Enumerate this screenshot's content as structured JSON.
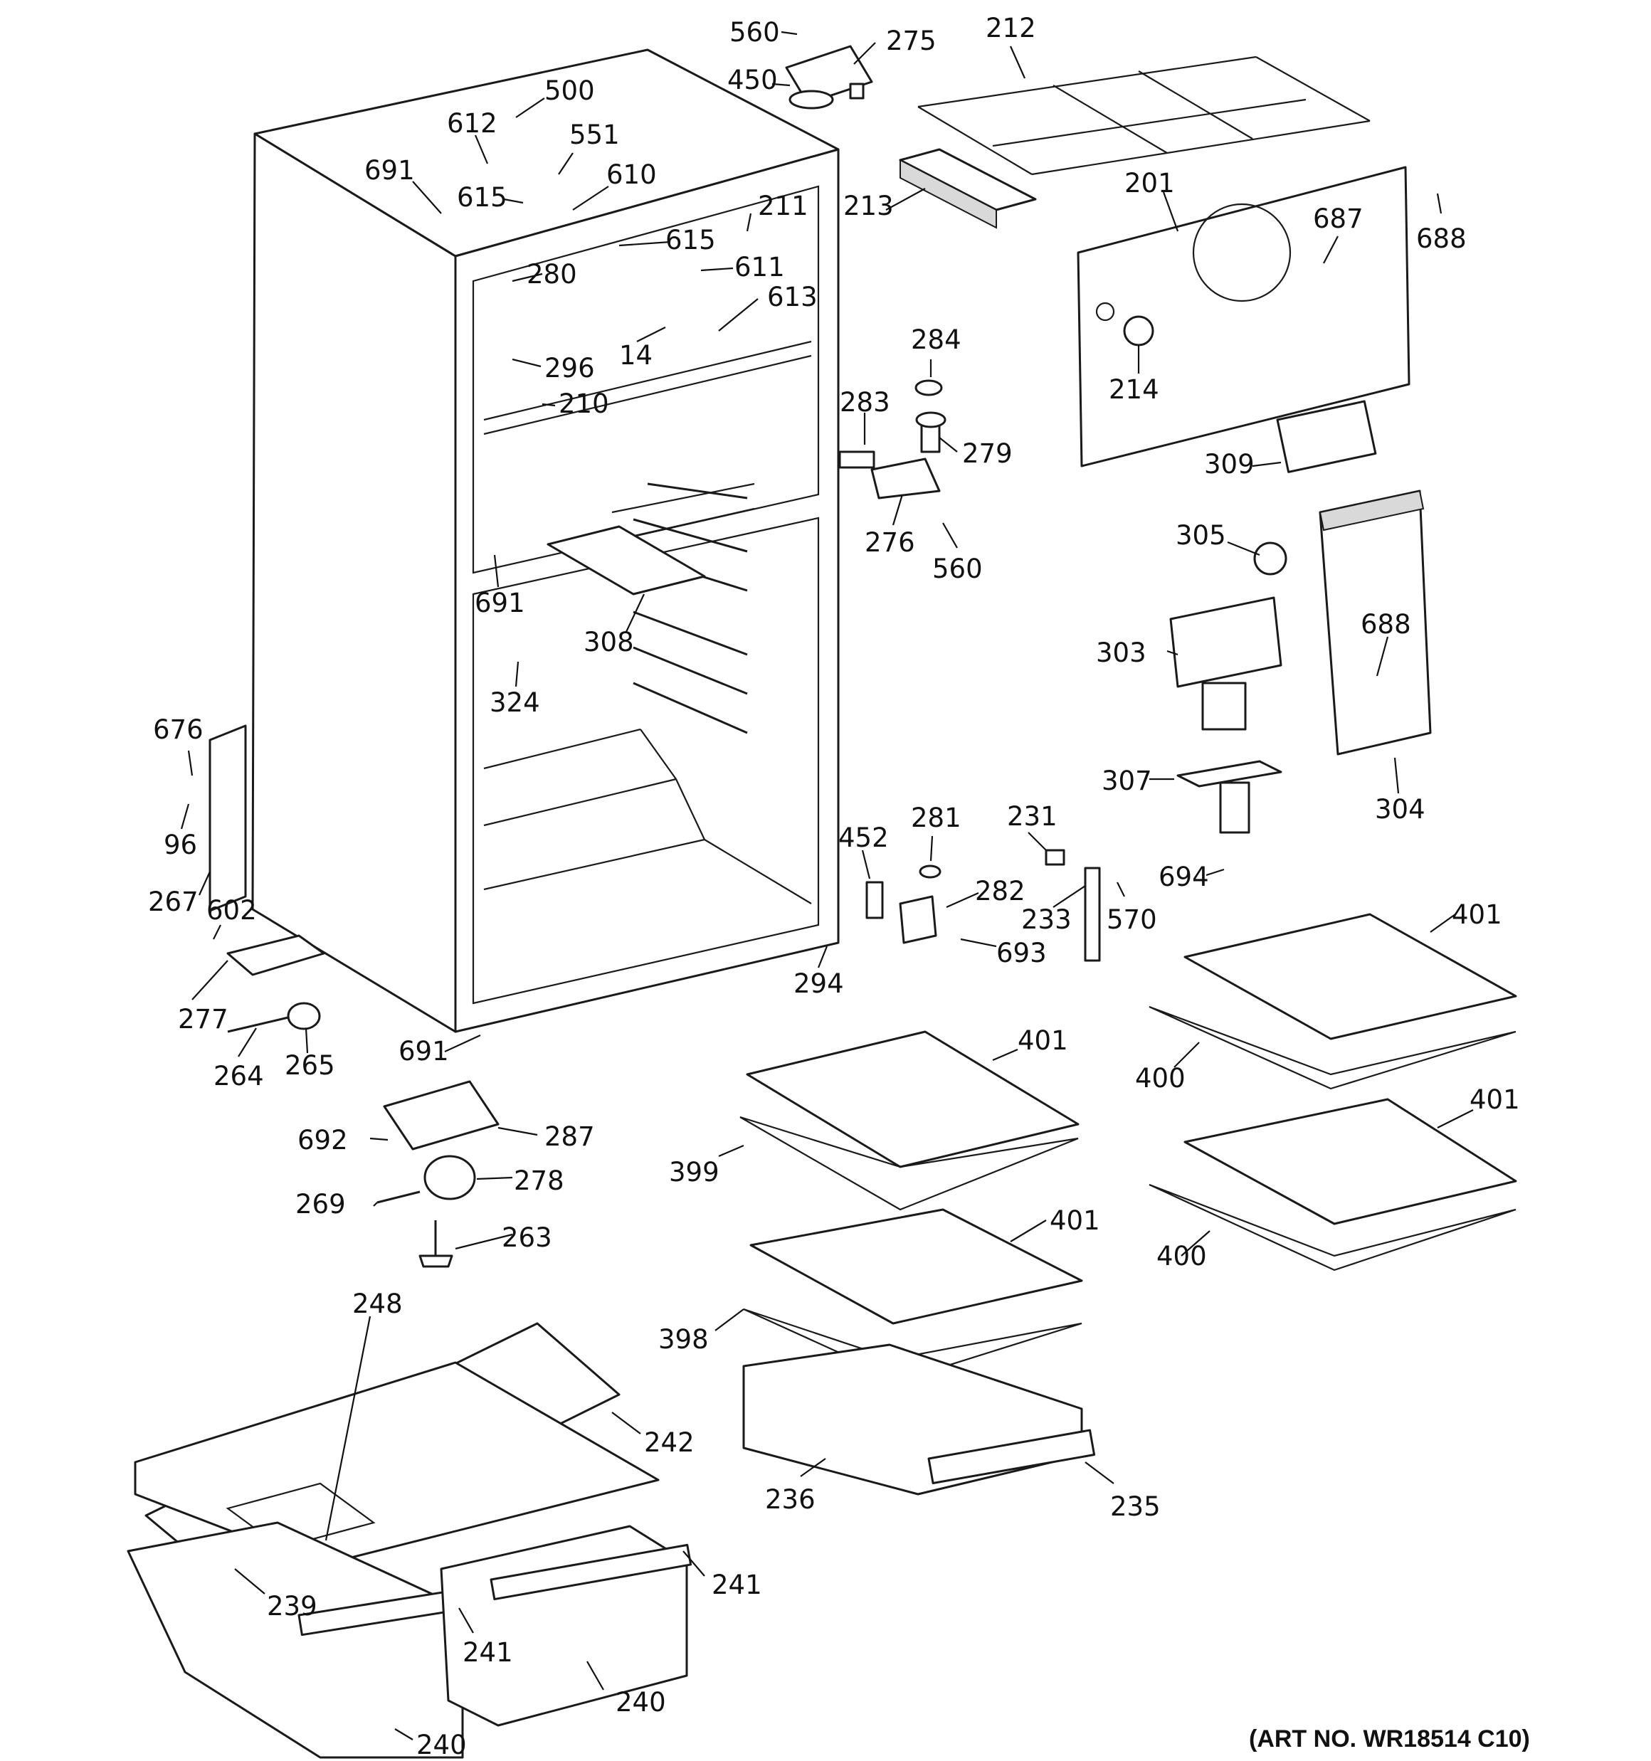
{
  "art_number": "(ART NO. WR18514 C10)",
  "callouts": {
    "c560a": "560",
    "c275": "275",
    "c450": "450",
    "c212": "212",
    "c500": "500",
    "c612": "612",
    "c551": "551",
    "c691a": "691",
    "c610": "610",
    "c615a": "615",
    "c211": "211",
    "c615b": "615",
    "c611": "611",
    "c280": "280",
    "c613": "613",
    "c213": "213",
    "c201": "201",
    "c687": "687",
    "c688a": "688",
    "c284": "284",
    "c214": "214",
    "c296": "296",
    "c14": "14",
    "c210": "210",
    "c283": "283",
    "c279": "279",
    "c309": "309",
    "c276": "276",
    "c560b": "560",
    "c305": "305",
    "c691b": "691",
    "c308": "308",
    "c688b": "688",
    "c303": "303",
    "c324": "324",
    "c676": "676",
    "c307": "307",
    "c304": "304",
    "c96": "96",
    "c452": "452",
    "c281": "281",
    "c231": "231",
    "c694": "694",
    "c267": "267",
    "c282": "282",
    "c233": "233",
    "c570": "570",
    "c401a": "401",
    "c602": "602",
    "c693": "693",
    "c294": "294",
    "c277": "277",
    "c691c": "691",
    "c264": "264",
    "c265": "265",
    "c401b": "401",
    "c400a": "400",
    "c401c": "401",
    "c692": "692",
    "c287": "287",
    "c399": "399",
    "c269": "269",
    "c278": "278",
    "c263": "263",
    "c401d": "401",
    "c400b": "400",
    "c248": "248",
    "c398": "398",
    "c242": "242",
    "c236": "236",
    "c235": "235",
    "c239": "239",
    "c241a": "241",
    "c241b": "241",
    "c240a": "240",
    "c240b": "240"
  }
}
